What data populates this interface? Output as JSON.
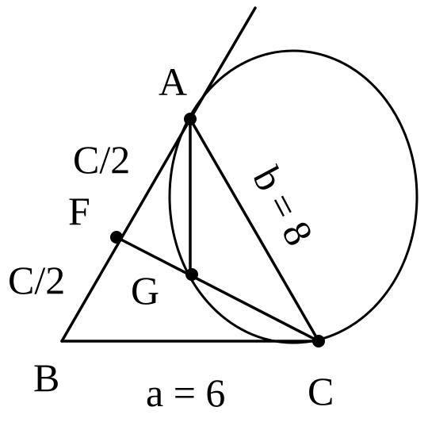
{
  "diagram": {
    "points": {
      "A": "A",
      "B": "B",
      "C": "C",
      "F": "F",
      "G": "G"
    },
    "labels": {
      "upper_half": "C/2",
      "lower_half": "C/2",
      "side_a": "a = 6",
      "side_b": "b = 8"
    },
    "colors": {
      "ink": "#000000",
      "background": "#ffffff"
    }
  }
}
